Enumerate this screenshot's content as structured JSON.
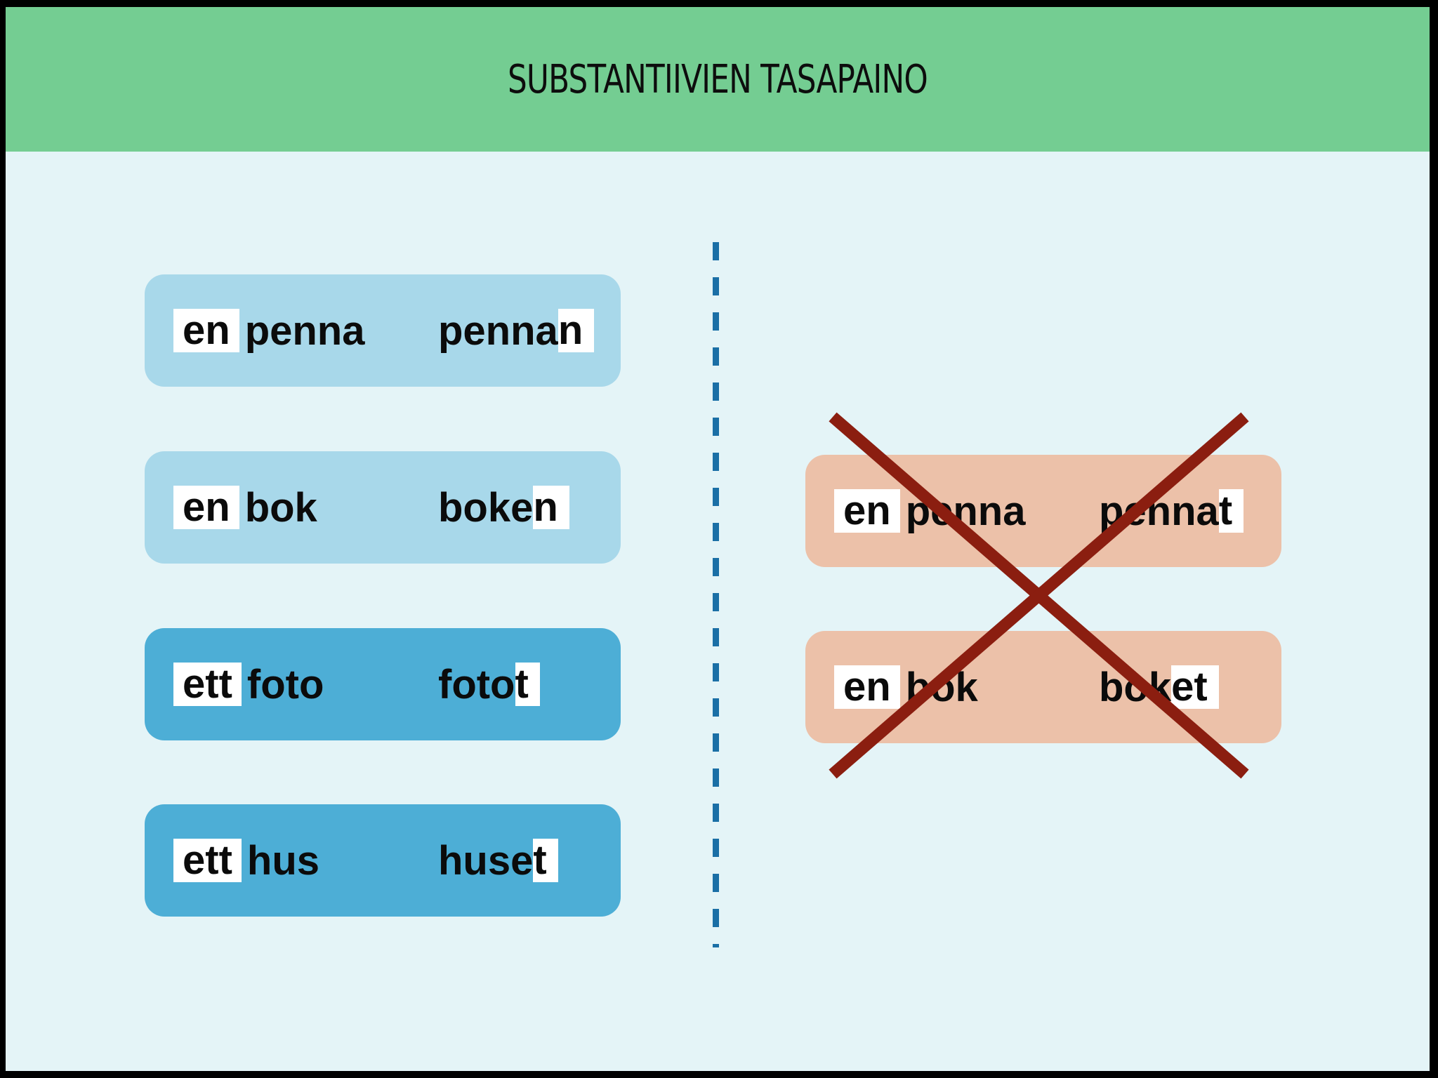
{
  "title": "SUBSTANTIIVIEN TASAPAINO",
  "correct_pairs": [
    {
      "article": "en",
      "word": "penna",
      "definite_stem": "penna",
      "definite_suffix": "n",
      "style": "light"
    },
    {
      "article": "en",
      "word": "bok",
      "definite_stem": "boke",
      "definite_suffix": "n",
      "style": "light"
    },
    {
      "article": "ett",
      "word": "foto",
      "definite_stem": "foto",
      "definite_suffix": "t",
      "style": "medium"
    },
    {
      "article": "ett",
      "word": "hus",
      "definite_stem": "huse",
      "definite_suffix": "t",
      "style": "medium"
    }
  ],
  "incorrect_pairs": [
    {
      "article": "en",
      "word": "penna",
      "definite_stem": "penna",
      "definite_suffix": "t"
    },
    {
      "article": "en",
      "word": "bok",
      "definite_stem": "bok",
      "definite_suffix": "et"
    }
  ],
  "colors": {
    "header": "#74cd92",
    "background": "#e4f4f7",
    "card_light": "#a8d8ea",
    "card_medium": "#4daed6",
    "card_wrong": "#ecc1a9",
    "cross": "#8b1e10",
    "divider": "#1a6fa6"
  },
  "icons": {
    "cross": "cross-out-icon"
  }
}
